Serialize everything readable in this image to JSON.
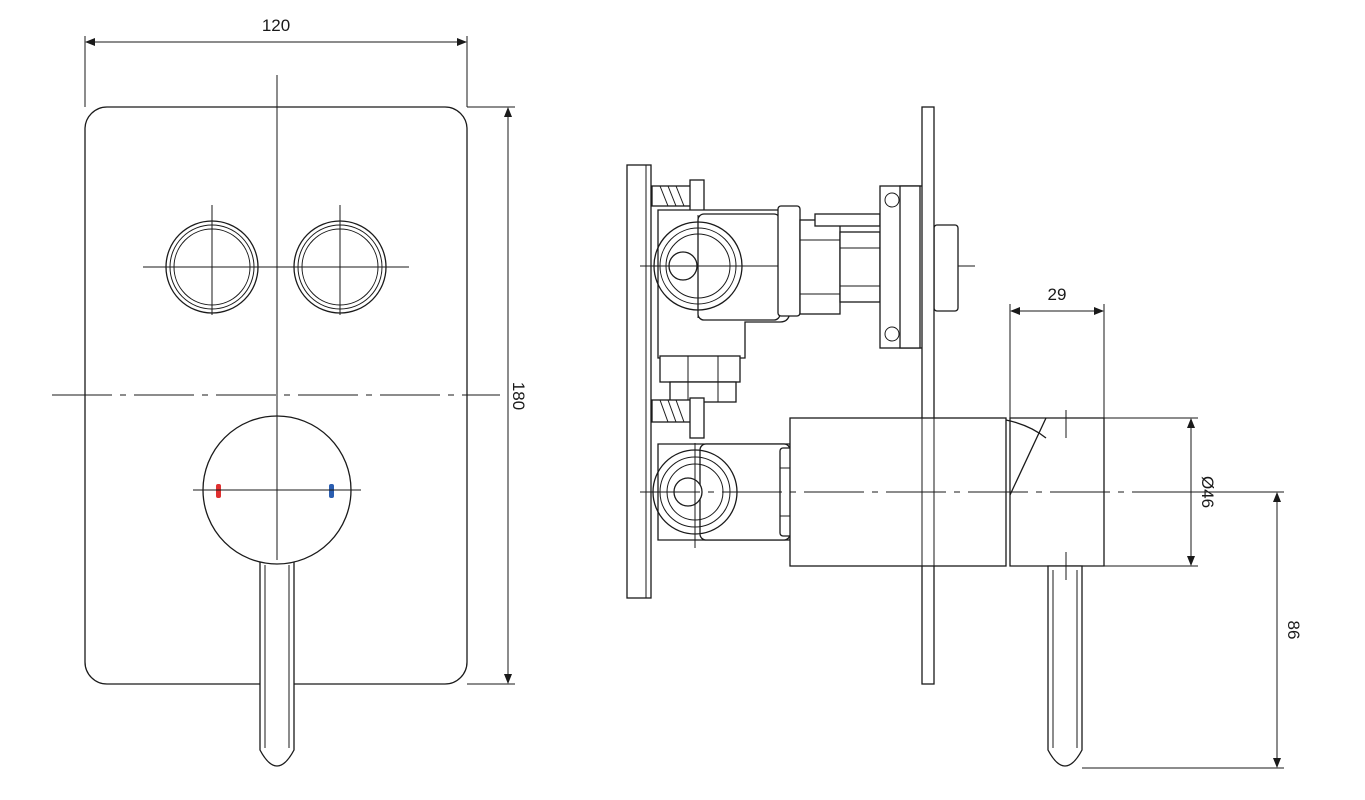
{
  "dimensions": {
    "width_label": "120",
    "height_label": "180",
    "spout_offset_label": "29",
    "diameter_label": "Ø46",
    "lever_length_label": "86"
  },
  "colors": {
    "line": "#1a1a1a",
    "hot_indicator": "#e03030",
    "cold_indicator": "#2a5db0",
    "background": "#ffffff"
  }
}
